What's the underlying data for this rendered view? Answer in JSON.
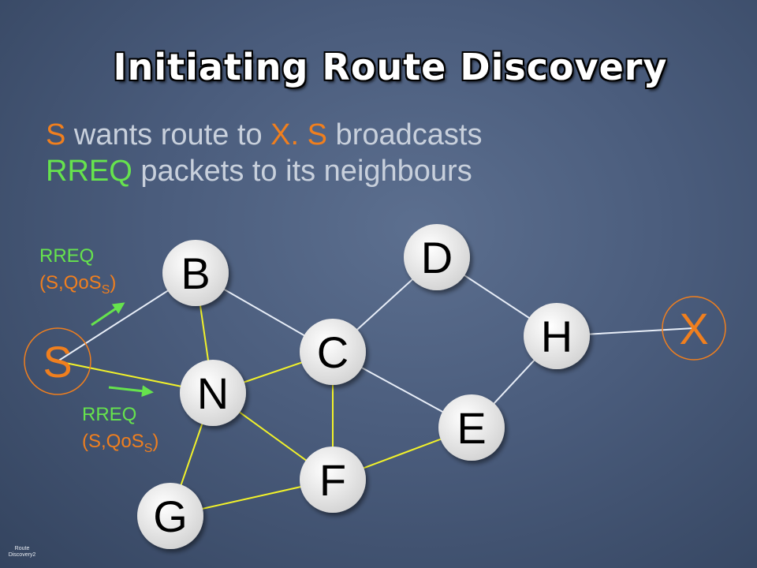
{
  "slide": {
    "title": "Initiating Route Discovery",
    "description": {
      "line1": [
        {
          "text": "S",
          "color": "orange"
        },
        {
          "text": " wants route to ",
          "color": "default"
        },
        {
          "text": "X.",
          "color": "orange"
        },
        {
          "text": " ",
          "color": "default"
        },
        {
          "text": "S",
          "color": "orange"
        },
        {
          "text": " broadcasts",
          "color": "default"
        }
      ],
      "line2": [
        {
          "text": "RREQ",
          "color": "green"
        },
        {
          "text": " packets to its neighbours",
          "color": "default"
        }
      ]
    },
    "footer": {
      "line1": "Route",
      "line2": "Discovery2"
    }
  },
  "colors": {
    "orange": "#f07f1e",
    "green": "#66e34d",
    "node_fill": "#e6e6e6",
    "link_white": "#e8eef8",
    "link_yellow": "#f2f22a"
  },
  "graph": {
    "nodes": [
      {
        "id": "S",
        "label": "S",
        "style": "source"
      },
      {
        "id": "B",
        "label": "B",
        "style": "normal"
      },
      {
        "id": "N",
        "label": "N",
        "style": "normal"
      },
      {
        "id": "C",
        "label": "C",
        "style": "normal"
      },
      {
        "id": "D",
        "label": "D",
        "style": "normal"
      },
      {
        "id": "H",
        "label": "H",
        "style": "normal"
      },
      {
        "id": "X",
        "label": "X",
        "style": "destination"
      },
      {
        "id": "E",
        "label": "E",
        "style": "normal"
      },
      {
        "id": "F",
        "label": "F",
        "style": "normal"
      },
      {
        "id": "G",
        "label": "G",
        "style": "normal"
      }
    ],
    "edges": [
      {
        "from": "S",
        "to": "B",
        "color": "white"
      },
      {
        "from": "S",
        "to": "N",
        "color": "yellow"
      },
      {
        "from": "B",
        "to": "N",
        "color": "yellow"
      },
      {
        "from": "B",
        "to": "C",
        "color": "white"
      },
      {
        "from": "N",
        "to": "C",
        "color": "yellow"
      },
      {
        "from": "N",
        "to": "F",
        "color": "yellow"
      },
      {
        "from": "N",
        "to": "G",
        "color": "yellow"
      },
      {
        "from": "C",
        "to": "D",
        "color": "white"
      },
      {
        "from": "C",
        "to": "E",
        "color": "white"
      },
      {
        "from": "C",
        "to": "F",
        "color": "yellow"
      },
      {
        "from": "D",
        "to": "H",
        "color": "white"
      },
      {
        "from": "H",
        "to": "X",
        "color": "white"
      },
      {
        "from": "H",
        "to": "E",
        "color": "white"
      },
      {
        "from": "E",
        "to": "F",
        "color": "yellow"
      },
      {
        "from": "F",
        "to": "G",
        "color": "yellow"
      }
    ],
    "packets": [
      {
        "title": "RREQ",
        "tuple_prefix": "(S,QoS",
        "tuple_sub": "S",
        "tuple_suffix": ")",
        "toward": "B"
      },
      {
        "title": "RREQ",
        "tuple_prefix": "(S,QoS",
        "tuple_sub": "S",
        "tuple_suffix": ")",
        "toward": "N"
      }
    ]
  }
}
